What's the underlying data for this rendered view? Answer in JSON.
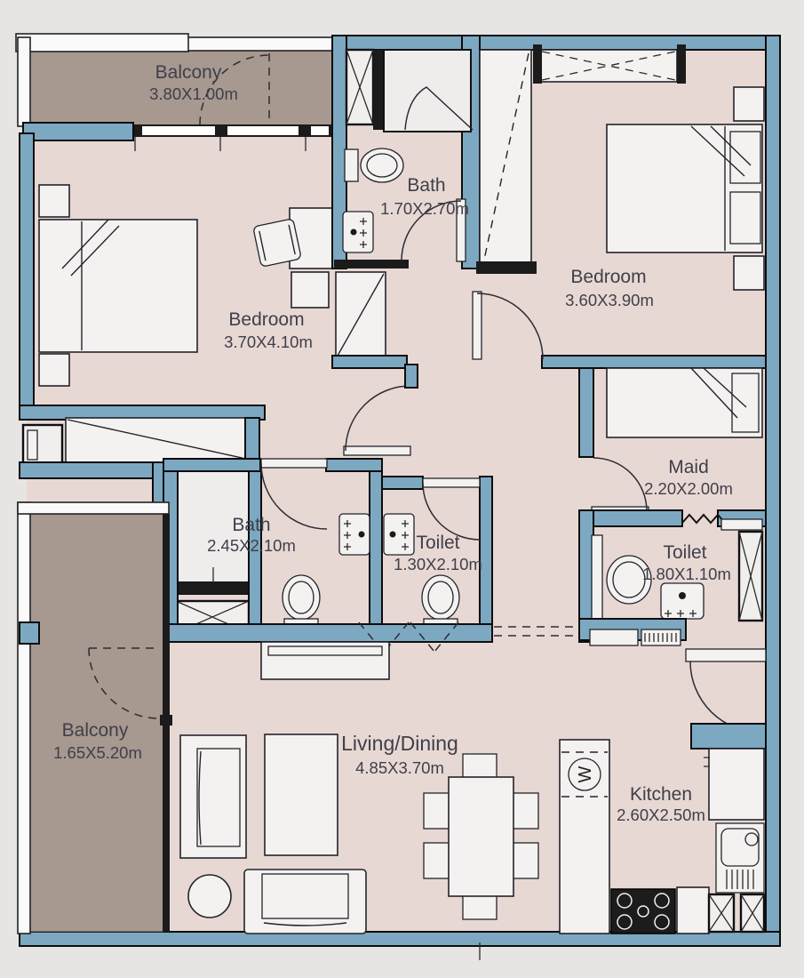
{
  "plan": {
    "rooms": [
      {
        "name": "Balcony",
        "dims": "3.80X1.00m"
      },
      {
        "name": "Bath",
        "dims": "1.70X2.70m"
      },
      {
        "name": "Bedroom",
        "dims": "3.60X3.90m"
      },
      {
        "name": "Bedroom",
        "dims": "3.70X4.10m"
      },
      {
        "name": "Maid",
        "dims": "2.20X2.00m"
      },
      {
        "name": "Bath",
        "dims": "2.45X2.10m"
      },
      {
        "name": "Toilet",
        "dims": "1.30X2.10m"
      },
      {
        "name": "Toilet",
        "dims": "1.80X1.10m"
      },
      {
        "name": "Balcony",
        "dims": "1.65X5.20m"
      },
      {
        "name": "Living/Dining",
        "dims": "4.85X3.70m"
      },
      {
        "name": "Kitchen",
        "dims": "2.60X2.50m"
      }
    ],
    "symbols": {
      "washer": "W"
    },
    "colors": {
      "wall": "#7da8c1",
      "floor": "#e8d8d4",
      "balcony": "#a79890",
      "background": "#e7e4e4",
      "furniture": "#f4f2f0",
      "text": "#3f3f4a"
    }
  }
}
